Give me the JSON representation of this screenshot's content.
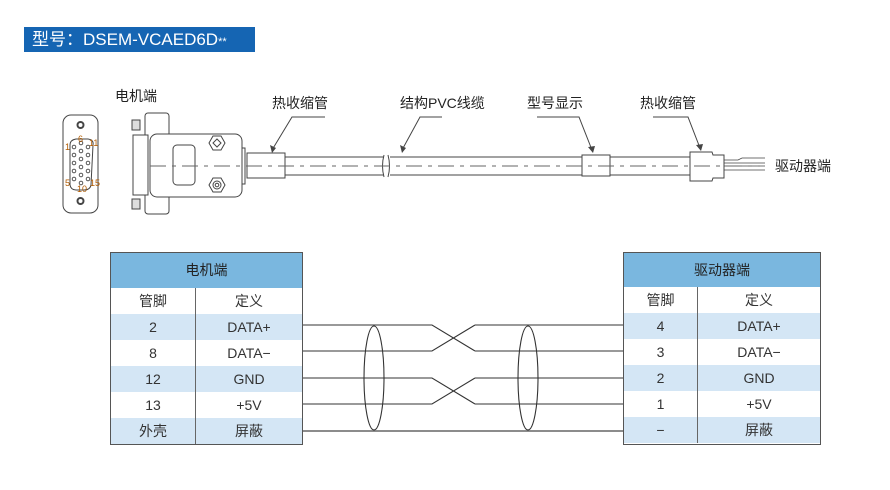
{
  "header": {
    "prefix": "型号：",
    "model": "DSEM-VCAED6D",
    "suffix": "**",
    "accent_color": "#1565b3"
  },
  "cable_diagram": {
    "motor_end_label": "电机端",
    "driver_end_label": "驱动器端",
    "callouts": [
      {
        "label": "热收缩管"
      },
      {
        "label": "结构PVC线缆"
      },
      {
        "label": "型号显示"
      },
      {
        "label": "热收缩管"
      }
    ],
    "connector_pin_labels": [
      "1",
      "6",
      "11",
      "5",
      "10",
      "15"
    ]
  },
  "motor_table": {
    "title": "电机端",
    "columns": [
      "管脚",
      "定义"
    ],
    "rows": [
      {
        "pin": "2",
        "def": "DATA+"
      },
      {
        "pin": "8",
        "def": "DATA−"
      },
      {
        "pin": "12",
        "def": "GND"
      },
      {
        "pin": "13",
        "def": "+5V"
      },
      {
        "pin": "外壳",
        "def": "屏蔽"
      }
    ]
  },
  "driver_table": {
    "title": "驱动器端",
    "columns": [
      "管脚",
      "定义"
    ],
    "rows": [
      {
        "pin": "4",
        "def": "DATA+"
      },
      {
        "pin": "3",
        "def": "DATA−"
      },
      {
        "pin": "2",
        "def": "GND"
      },
      {
        "pin": "1",
        "def": "+5V"
      },
      {
        "pin": "−",
        "def": "屏蔽"
      }
    ]
  },
  "colors": {
    "table_header": "#7ab7df",
    "table_row_alt": "#d4e6f5"
  }
}
